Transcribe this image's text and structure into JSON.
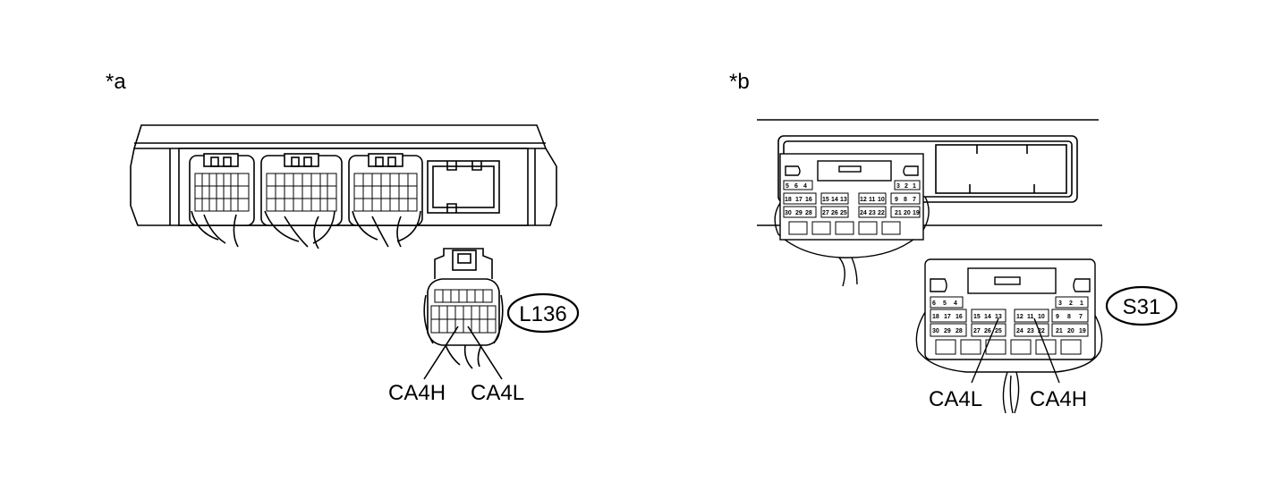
{
  "panel_a": {
    "marker": "*a",
    "connector_code": "L136",
    "terminals": [
      "CA4H",
      "CA4L"
    ]
  },
  "panel_b": {
    "marker": "*b",
    "connector_code": "S31",
    "terminals": [
      "CA4L",
      "CA4H"
    ],
    "pin_rows": {
      "row1": [
        "6",
        "5",
        "4",
        "3",
        "2",
        "1"
      ],
      "row2": [
        "18",
        "17",
        "16",
        "15",
        "14",
        "13",
        "12",
        "11",
        "10",
        "9",
        "8",
        "7"
      ],
      "row3": [
        "30",
        "29",
        "28",
        "27",
        "26",
        "25",
        "24",
        "23",
        "22",
        "21",
        "20",
        "19"
      ]
    },
    "upper_pin_rows": {
      "row1": [
        "5",
        "6",
        "4",
        "3",
        "2",
        "1"
      ],
      "row2": [
        "18",
        "17",
        "16",
        "15",
        "14",
        "13",
        "12",
        "11",
        "10",
        "9",
        "8",
        "7"
      ],
      "row3": [
        "30",
        "29",
        "28",
        "27",
        "26",
        "25",
        "24",
        "23",
        "22",
        "21",
        "20",
        "19"
      ]
    }
  }
}
